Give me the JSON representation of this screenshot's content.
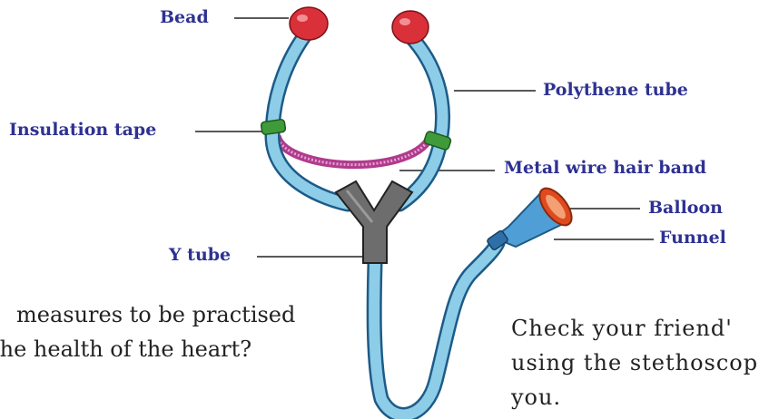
{
  "diagram": {
    "labels": {
      "bead": "Bead",
      "polythene_tube": "Polythene tube",
      "insulation_tape": "Insulation tape",
      "metal_wire_hair_band": "Metal wire hair band",
      "balloon": "Balloon",
      "funnel": "Funnel",
      "y_tube": "Y tube"
    },
    "colors": {
      "label_text": "#2e3192",
      "tube": "#8ecde8",
      "tube_outline": "#1c5b88",
      "bead": "#d9303a",
      "tape": "#3f9a3a",
      "hair_band": "#b03a8c",
      "y_tube": "#6d6d6d",
      "balloon": "#e04a1f",
      "funnel": "#4f9fd6"
    }
  },
  "body_text": {
    "left_line1": "measures to be practised",
    "left_line2": "the health of the heart?",
    "right_line1": "Check your friend'",
    "right_line2": "using the stethoscop",
    "right_line3": "you."
  }
}
